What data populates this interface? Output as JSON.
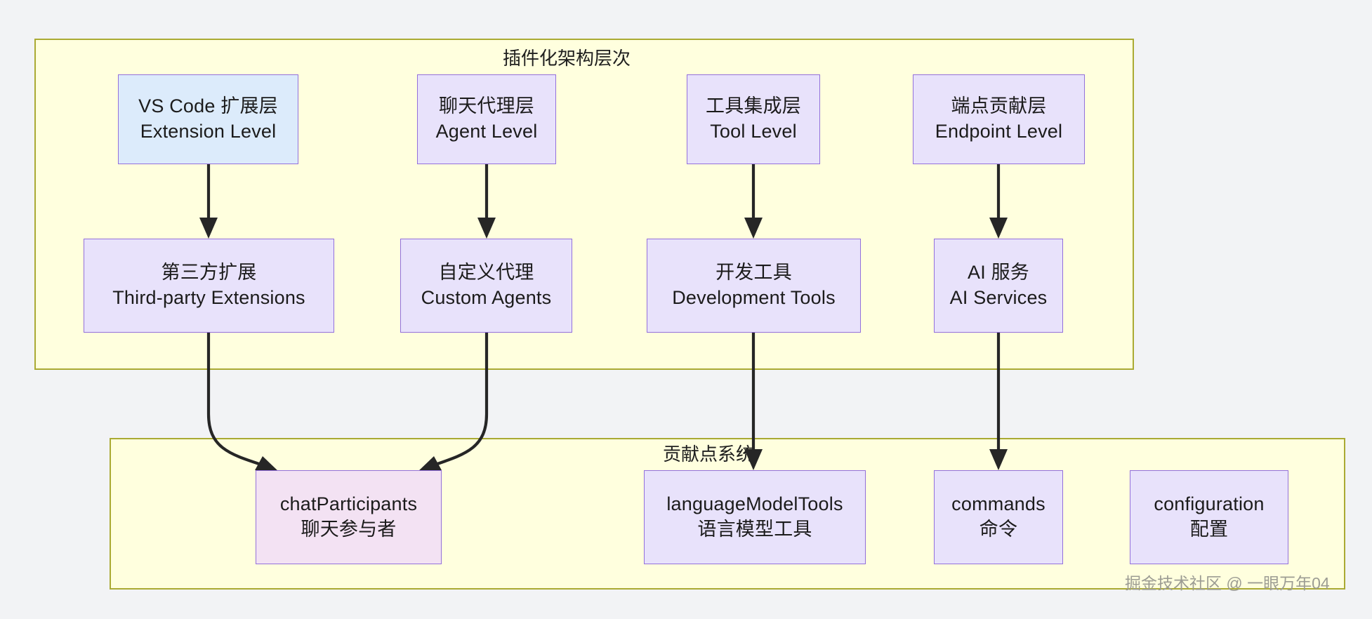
{
  "diagram": {
    "type": "flowchart",
    "watermark": "掘金技术社区 @ 一眼万年04",
    "subgraphs": [
      {
        "id": "arch",
        "title": "插件化架构层次"
      },
      {
        "id": "contrib",
        "title": "贡献点系统"
      }
    ],
    "nodes": {
      "extension_level": {
        "l1": "VS Code 扩展层",
        "l2": "Extension Level",
        "fill": "#dcebfb",
        "stroke": "#9370db"
      },
      "agent_level": {
        "l1": "聊天代理层",
        "l2": "Agent Level",
        "fill": "#e8e2fb",
        "stroke": "#9370db"
      },
      "tool_level": {
        "l1": "工具集成层",
        "l2": "Tool Level",
        "fill": "#e8e2fb",
        "stroke": "#9370db"
      },
      "endpoint_level": {
        "l1": "端点贡献层",
        "l2": "Endpoint Level",
        "fill": "#e8e2fb",
        "stroke": "#9370db"
      },
      "third_party": {
        "l1": "第三方扩展",
        "l2": "Third-party Extensions",
        "fill": "#e8e2fb",
        "stroke": "#9370db"
      },
      "custom_agents": {
        "l1": "自定义代理",
        "l2": "Custom Agents",
        "fill": "#e8e2fb",
        "stroke": "#9370db"
      },
      "dev_tools": {
        "l1": "开发工具",
        "l2": "Development Tools",
        "fill": "#e8e2fb",
        "stroke": "#9370db"
      },
      "ai_services": {
        "l1": "AI 服务",
        "l2": "AI Services",
        "fill": "#e8e2fb",
        "stroke": "#9370db"
      },
      "chat_participants": {
        "l1": "chatParticipants",
        "l2": "聊天参与者",
        "fill": "#f3e2f3",
        "stroke": "#9370db"
      },
      "language_tools": {
        "l1": "languageModelTools",
        "l2": "语言模型工具",
        "fill": "#e8e2fb",
        "stroke": "#9370db"
      },
      "commands": {
        "l1": "commands",
        "l2": "命令",
        "fill": "#e8e2fb",
        "stroke": "#9370db"
      },
      "configuration": {
        "l1": "configuration",
        "l2": "配置",
        "fill": "#e8e2fb",
        "stroke": "#9370db"
      }
    },
    "edges": [
      {
        "from": "extension_level",
        "to": "third_party",
        "style": "straight"
      },
      {
        "from": "agent_level",
        "to": "custom_agents",
        "style": "straight"
      },
      {
        "from": "tool_level",
        "to": "dev_tools",
        "style": "straight"
      },
      {
        "from": "endpoint_level",
        "to": "ai_services",
        "style": "straight"
      },
      {
        "from": "third_party",
        "to": "chat_participants",
        "style": "curved"
      },
      {
        "from": "custom_agents",
        "to": "chat_participants",
        "style": "curved"
      },
      {
        "from": "dev_tools",
        "to": "language_tools",
        "style": "straight"
      },
      {
        "from": "ai_services",
        "to": "commands",
        "style": "straight"
      }
    ],
    "colors": {
      "subgraph_fill": "#ffffde",
      "subgraph_stroke": "#aaaa33",
      "edge_stroke": "#262626",
      "canvas": "#f2f3f5"
    }
  }
}
